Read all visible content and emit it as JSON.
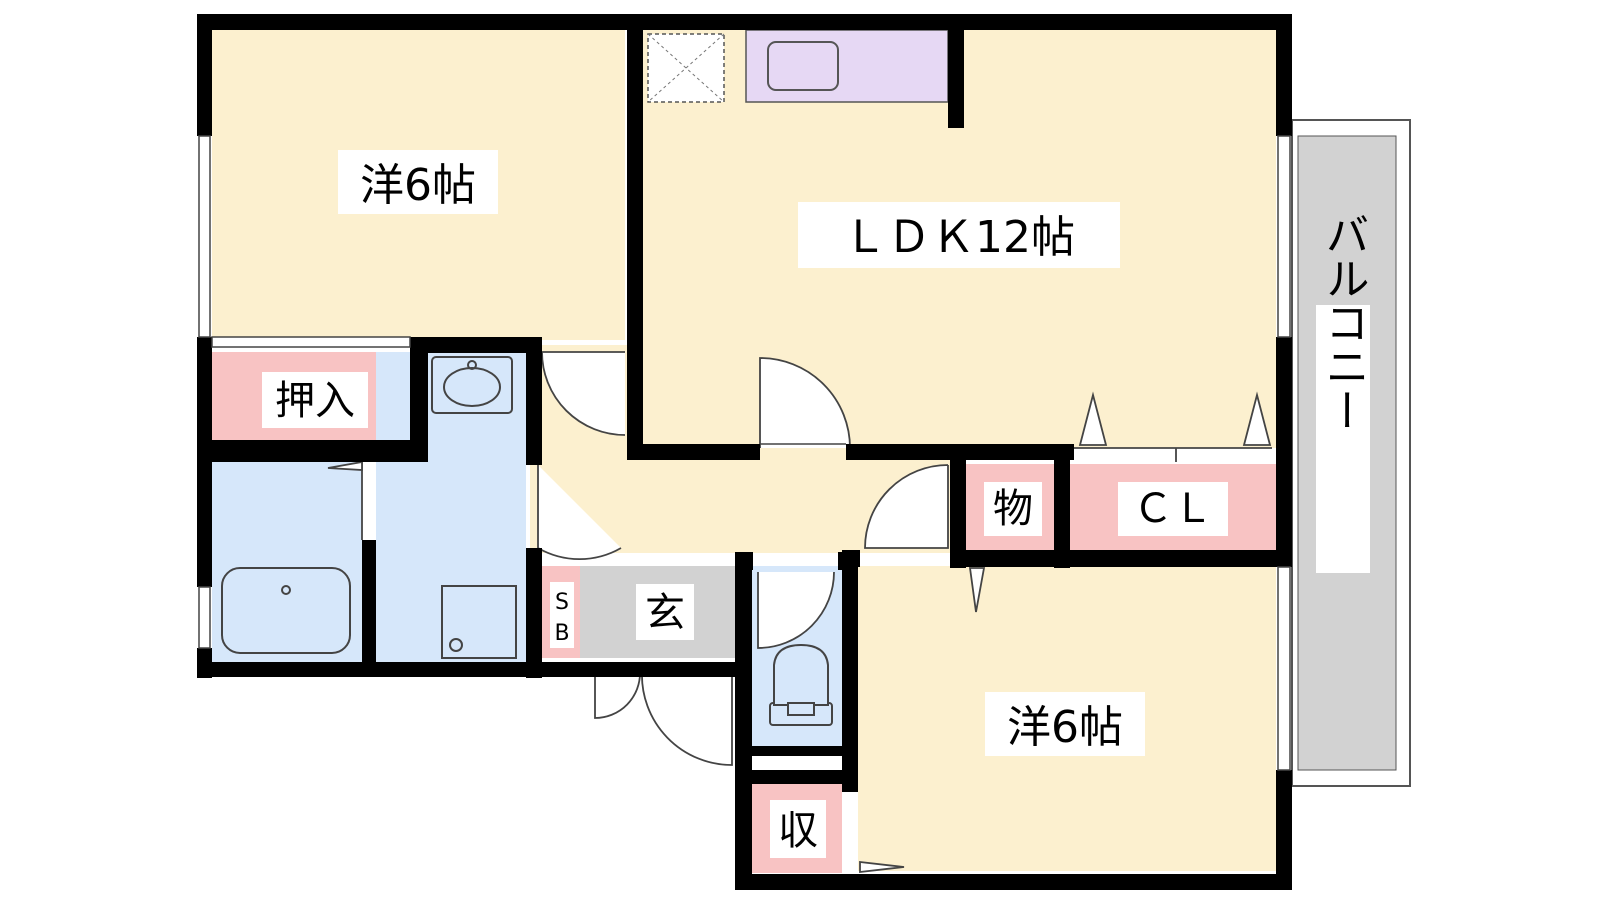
{
  "floorplan": {
    "rooms": {
      "western_room_1": "洋6帖",
      "ldk": "ＬＤＫ12帖",
      "western_room_2": "洋6帖",
      "closet_oshiire": "押入",
      "storage_mono": "物",
      "closet_cl": "ＣＬ",
      "entrance": "玄",
      "shoe_box_s": "S",
      "shoe_box_b": "B",
      "storage_shu": "収",
      "balcony": "バルコニー"
    },
    "colors": {
      "room_floor": "#fcf0cf",
      "storage": "#f8c3c3",
      "wet_area": "#d6e7fa",
      "entrance": "#d2d2d2",
      "kitchen_counter": "#e6d8f4",
      "balcony": "#d2d2d2",
      "wall": "#000000"
    }
  }
}
